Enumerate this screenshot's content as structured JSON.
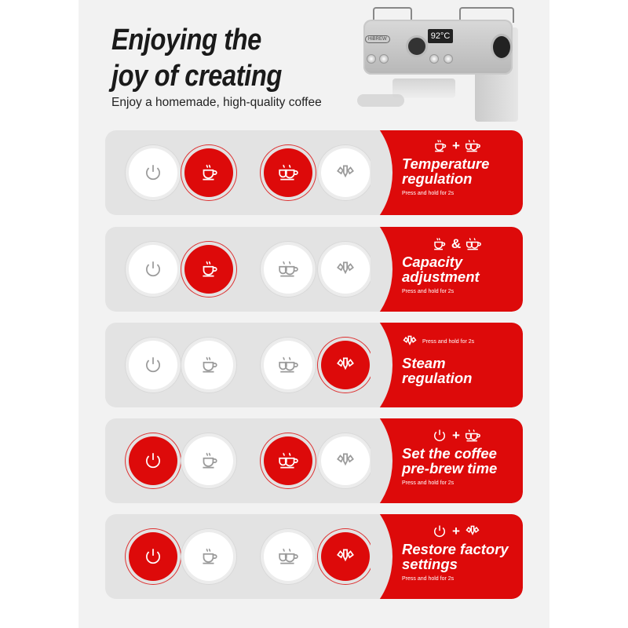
{
  "header": {
    "title_line1": "Enjoying the",
    "title_line2": "joy of creating",
    "subtitle": "Enjoy a homemade, high-quality coffee"
  },
  "machine": {
    "brand": "HiBREW",
    "display": "92°C"
  },
  "rows": [
    {
      "active": [
        "single",
        "double"
      ],
      "icons": [
        "single",
        "double"
      ],
      "joiner": "+",
      "title1": "Temperature",
      "title2": "regulation",
      "hold": "Press and hold for 2s"
    },
    {
      "active": [
        "single"
      ],
      "icons": [
        "single",
        "double"
      ],
      "joiner": "&",
      "title1": "Capacity",
      "title2": "adjustment",
      "hold": "Press and hold for 2s"
    },
    {
      "active": [
        "steam"
      ],
      "icons": [
        "steam"
      ],
      "joiner": "",
      "title1": "Steam",
      "title2": "regulation",
      "hold": "Press and hold for 2s"
    },
    {
      "active": [
        "power",
        "double"
      ],
      "icons": [
        "power",
        "double"
      ],
      "joiner": "+",
      "title1": "Set the coffee",
      "title2": "pre-brew time",
      "hold": "Press and hold for 2s"
    },
    {
      "active": [
        "power",
        "steam"
      ],
      "icons": [
        "power",
        "steam"
      ],
      "joiner": "+",
      "title1": "Restore factory",
      "title2": "settings",
      "hold": "Press and hold for 2s"
    }
  ],
  "colors": {
    "accent": "#dd0a0a",
    "card": "#e3e3e3"
  }
}
